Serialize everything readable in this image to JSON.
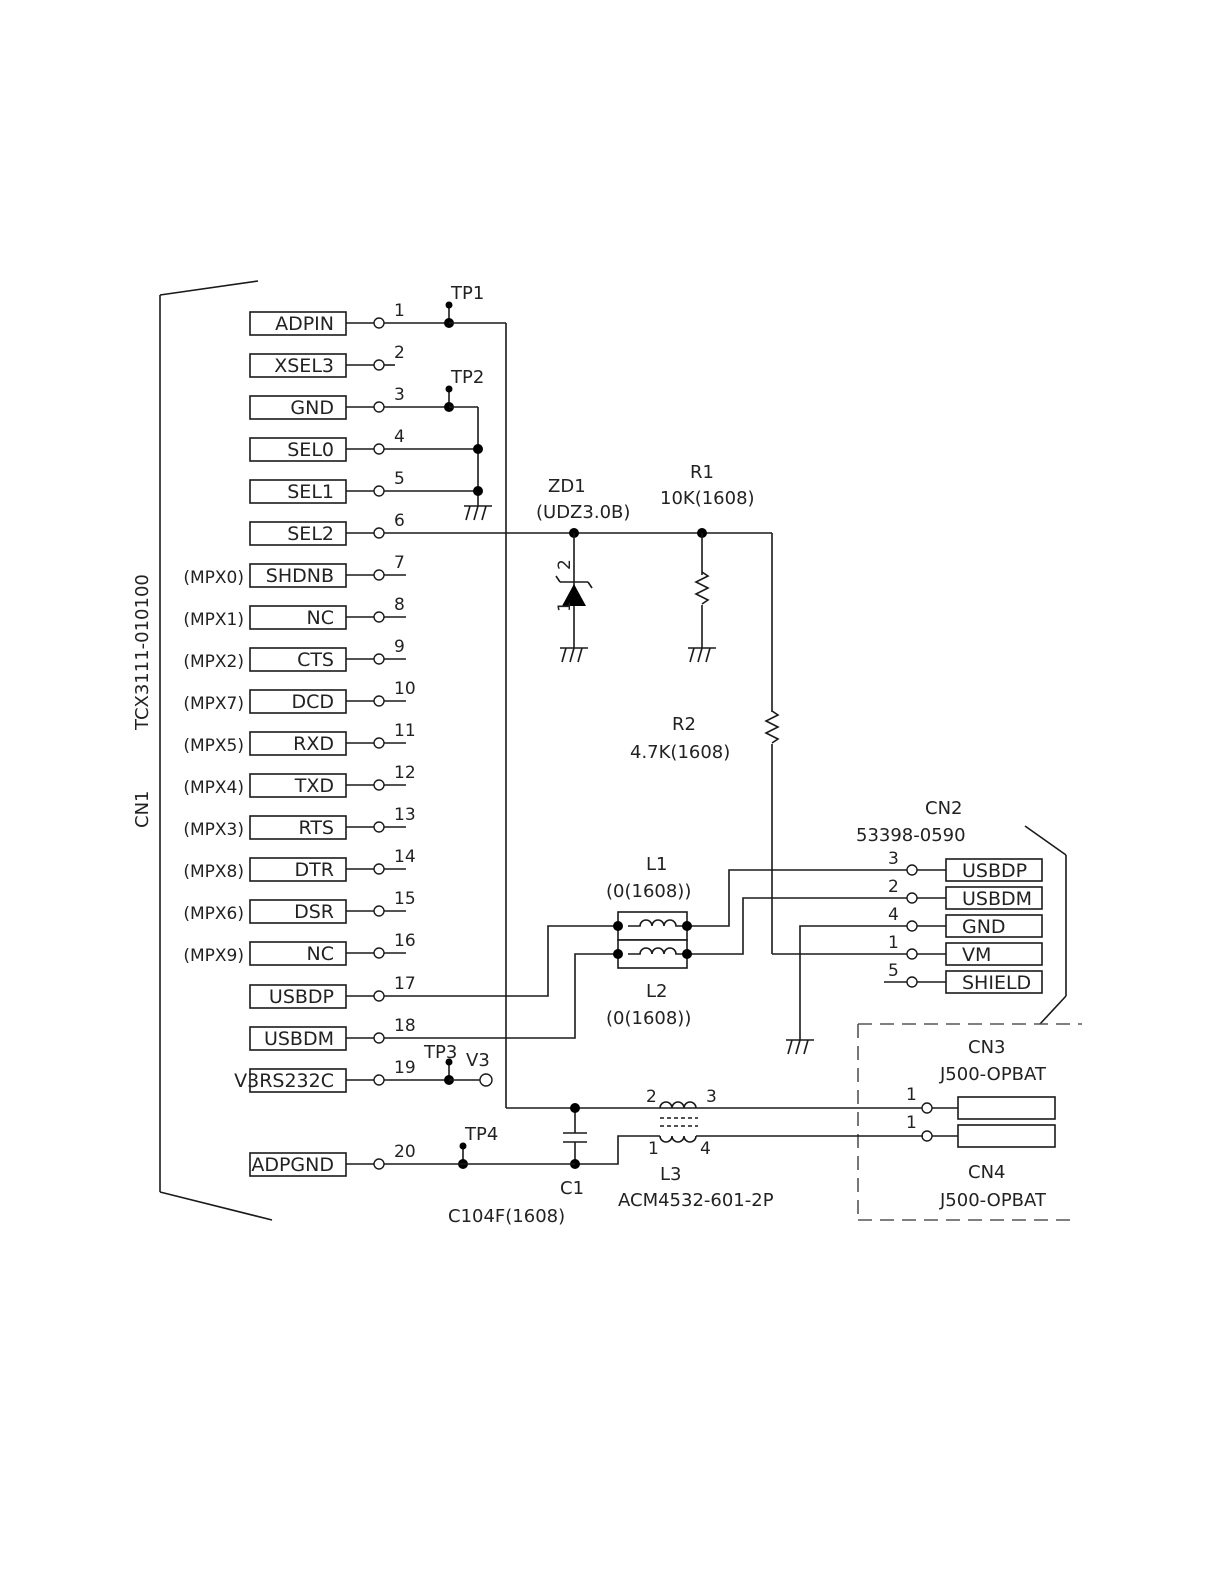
{
  "cn1": {
    "ref": "CN1",
    "part": "TCX3111-010100",
    "pins": [
      {
        "num": "1",
        "signal": "ADPIN",
        "mpx": ""
      },
      {
        "num": "2",
        "signal": "XSEL3",
        "mpx": ""
      },
      {
        "num": "3",
        "signal": "GND",
        "mpx": ""
      },
      {
        "num": "4",
        "signal": "SEL0",
        "mpx": ""
      },
      {
        "num": "5",
        "signal": "SEL1",
        "mpx": ""
      },
      {
        "num": "6",
        "signal": "SEL2",
        "mpx": ""
      },
      {
        "num": "7",
        "signal": "SHDNB",
        "mpx": "(MPX0)"
      },
      {
        "num": "8",
        "signal": "NC",
        "mpx": "(MPX1)"
      },
      {
        "num": "9",
        "signal": "CTS",
        "mpx": "(MPX2)"
      },
      {
        "num": "10",
        "signal": "DCD",
        "mpx": "(MPX7)"
      },
      {
        "num": "11",
        "signal": "RXD",
        "mpx": "(MPX5)"
      },
      {
        "num": "12",
        "signal": "TXD",
        "mpx": "(MPX4)"
      },
      {
        "num": "13",
        "signal": "RTS",
        "mpx": "(MPX3)"
      },
      {
        "num": "14",
        "signal": "DTR",
        "mpx": "(MPX8)"
      },
      {
        "num": "15",
        "signal": "DSR",
        "mpx": "(MPX6)"
      },
      {
        "num": "16",
        "signal": "NC",
        "mpx": "(MPX9)"
      },
      {
        "num": "17",
        "signal": "USBDP",
        "mpx": ""
      },
      {
        "num": "18",
        "signal": "USBDM",
        "mpx": ""
      },
      {
        "num": "19",
        "signal": "V3RS232C",
        "mpx": ""
      },
      {
        "num": "20",
        "signal": "ADPGND",
        "mpx": ""
      }
    ]
  },
  "testpoints": {
    "tp1": "TP1",
    "tp2": "TP2",
    "tp3": "TP3",
    "tp4": "TP4",
    "v3": "V3"
  },
  "zd1": {
    "ref": "ZD1",
    "value": "(UDZ3.0B)",
    "pin_a": "2",
    "pin_b": "1"
  },
  "r1": {
    "ref": "R1",
    "value": "10K(1608)"
  },
  "r2": {
    "ref": "R2",
    "value": "4.7K(1608)"
  },
  "l1": {
    "ref": "L1",
    "value": "(0(1608))"
  },
  "l2": {
    "ref": "L2",
    "value": "(0(1608))"
  },
  "l3": {
    "ref": "L3",
    "value": "ACM4532-601-2P",
    "pins": [
      "2",
      "3",
      "1",
      "4"
    ]
  },
  "c1": {
    "ref": "C1",
    "value": "C104F(1608)"
  },
  "cn2": {
    "ref": "CN2",
    "part": "53398-0590",
    "pins": [
      {
        "num": "3",
        "signal": "USBDP"
      },
      {
        "num": "2",
        "signal": "USBDM"
      },
      {
        "num": "4",
        "signal": "GND"
      },
      {
        "num": "1",
        "signal": "VM"
      },
      {
        "num": "5",
        "signal": "SHIELD"
      }
    ]
  },
  "cn3": {
    "ref": "CN3",
    "part": "J500-OPBAT",
    "pin": "1"
  },
  "cn4": {
    "ref": "CN4",
    "part": "J500-OPBAT",
    "pin": "1"
  }
}
